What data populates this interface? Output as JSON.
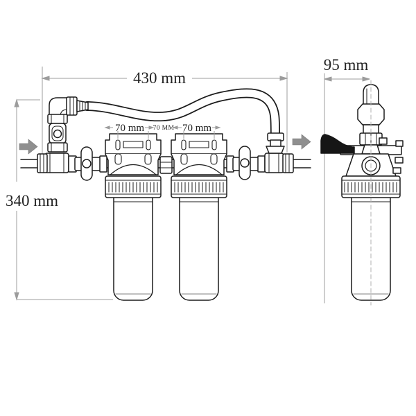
{
  "labels": {
    "overall_width": "430 mm",
    "overall_height": "340 mm",
    "left_filter_spacing": "70 mm",
    "center_spacing": "70 MM",
    "right_filter_spacing": "70 mm",
    "side_depth": "95 mm"
  },
  "icons": {
    "flow_in": "flow-in-arrow",
    "flow_out": "flow-out-arrow"
  },
  "colors": {
    "outline": "#1c1c1c",
    "dimension": "#9c9c9c",
    "arrow_fill": "#8f8f8f",
    "text": "#222222",
    "background": "#ffffff"
  }
}
